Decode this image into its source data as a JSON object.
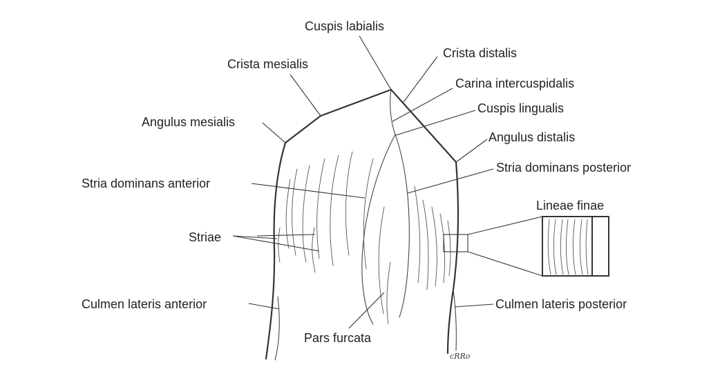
{
  "labels": {
    "cuspis_labialis": "Cuspis labialis",
    "crista_distalis": "Crista distalis",
    "crista_mesialis": "Crista mesialis",
    "carina_intercuspidalis": "Carina intercuspidalis",
    "cuspis_lingualis": "Cuspis lingualis",
    "angulus_mesialis": "Angulus mesialis",
    "angulus_distalis": "Angulus distalis",
    "stria_dominans_anterior": "Stria dominans anterior",
    "stria_dominans_posterior": "Stria dominans posterior",
    "lineae_finae": "Lineae finae",
    "striae": "Striae",
    "culmen_lateris_anterior": "Culmen lateris anterior",
    "culmen_lateris_posterior": "Culmen lateris posterior",
    "pars_furcata": "Pars furcata"
  },
  "signature": "cRRo"
}
